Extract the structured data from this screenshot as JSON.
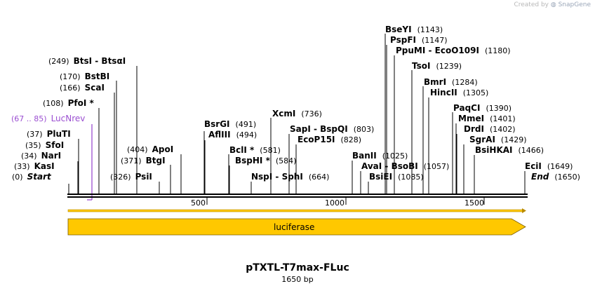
{
  "watermark": {
    "prefix": "Created by",
    "brand": "SnapGene"
  },
  "title": "pTXTL-T7max-FLuc",
  "length_label": "1650 bp",
  "sequence": {
    "length": 1650,
    "start_label": "Start",
    "end_label": "End"
  },
  "scale": {
    "ticks": [
      "500",
      "1000",
      "1500"
    ]
  },
  "features": [
    {
      "label": "luciferase",
      "color": "#ffc800"
    }
  ],
  "primers": [
    {
      "range": "(67 .. 85)",
      "name": "LucNrev",
      "color": "#9b4fd1"
    }
  ],
  "sites": [
    {
      "pos": "(0)",
      "name": "Start"
    },
    {
      "pos": "(33)",
      "name": "KasI"
    },
    {
      "pos": "(34)",
      "name": "NarI"
    },
    {
      "pos": "(35)",
      "name": "SfoI"
    },
    {
      "pos": "(37)",
      "name": "PluTI"
    },
    {
      "pos": "(108)",
      "name": "PfoI *"
    },
    {
      "pos": "(166)",
      "name": "ScaI"
    },
    {
      "pos": "(170)",
      "name": "BstBI"
    },
    {
      "pos": "(249)",
      "name": "BtsI - BtsαI"
    },
    {
      "pos": "(326)",
      "name": "PsiI"
    },
    {
      "pos": "(371)",
      "name": "BtgI"
    },
    {
      "pos": "(404)",
      "name": "ApoI"
    },
    {
      "pos": "(491)",
      "name": "BsrGI"
    },
    {
      "pos": "(494)",
      "name": "AflIII"
    },
    {
      "pos": "(581)",
      "name": "BclI *"
    },
    {
      "pos": "(584)",
      "name": "BspHI *"
    },
    {
      "pos": "(664)",
      "name": "NspI - SphI"
    },
    {
      "pos": "(736)",
      "name": "XcmI"
    },
    {
      "pos": "(803)",
      "name": "SapI - BspQI"
    },
    {
      "pos": "(828)",
      "name": "EcoP15I"
    },
    {
      "pos": "(1025)",
      "name": "BanII"
    },
    {
      "pos": "(1057)",
      "name": "AvaI - BsoBI"
    },
    {
      "pos": "(1085)",
      "name": "BsiEI"
    },
    {
      "pos": "(1143)",
      "name": "BseYI"
    },
    {
      "pos": "(1147)",
      "name": "PspFI"
    },
    {
      "pos": "(1180)",
      "name": "PpuMI - EcoO109I"
    },
    {
      "pos": "(1239)",
      "name": "TsoI"
    },
    {
      "pos": "(1284)",
      "name": "BmrI"
    },
    {
      "pos": "(1305)",
      "name": "HincII"
    },
    {
      "pos": "(1390)",
      "name": "PaqCI"
    },
    {
      "pos": "(1401)",
      "name": "MmeI"
    },
    {
      "pos": "(1402)",
      "name": "DrdI"
    },
    {
      "pos": "(1429)",
      "name": "SgrAI"
    },
    {
      "pos": "(1466)",
      "name": "BsiHKAI"
    },
    {
      "pos": "(1649)",
      "name": "EciI"
    },
    {
      "pos": "(1650)",
      "name": "End"
    }
  ]
}
